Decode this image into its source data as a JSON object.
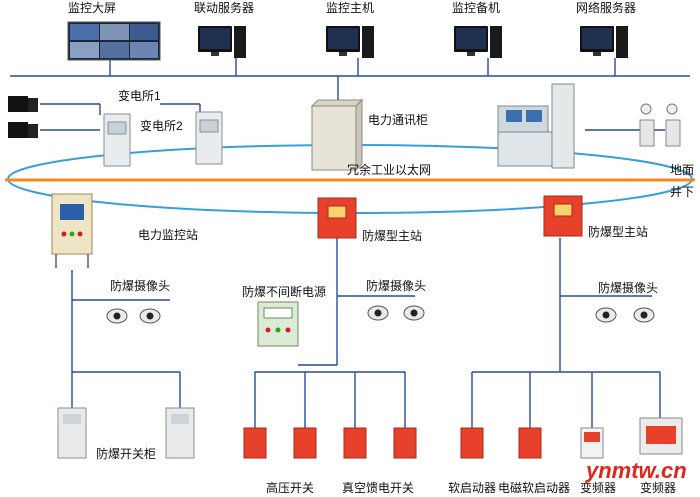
{
  "top_devices": [
    {
      "name": "monitor-wall",
      "label": "监控大屏"
    },
    {
      "name": "linkage-server",
      "label": "联动服务器"
    },
    {
      "name": "monitor-host",
      "label": "监控主机"
    },
    {
      "name": "monitor-backup",
      "label": "监控备机"
    },
    {
      "name": "network-server",
      "label": "网络服务器"
    }
  ],
  "substations": {
    "sub1": "变电所1",
    "sub2": "变电所2"
  },
  "comm_cabinet": "电力通讯柜",
  "ring_label": "冗余工业以太网",
  "ground_label": "地面",
  "underground_label": "井下",
  "power_monitor_station": "电力监控站",
  "main_station_1": "防爆型主站",
  "main_station_2": "防爆型主站",
  "ups": "防爆不间断电源",
  "cameras": {
    "cam1": "防爆摄像头",
    "cam2": "防爆摄像头",
    "cam3": "防爆摄像头"
  },
  "bottom": {
    "switch_cabinet": "防爆开关柜",
    "hv_switch": "高压开关",
    "vacuum_switch": "真空馈电开关",
    "soft_starter": "软启动器",
    "em_soft_starter": "电磁软启动器",
    "vfd_1": "变频器",
    "vfd_2": "变频器"
  },
  "watermark": "ynmtw.cn",
  "colors": {
    "ring": "#3a9fd8",
    "boundary": "#f08a1c",
    "line": "#2b4a9a",
    "red_box": "#e8412b"
  }
}
